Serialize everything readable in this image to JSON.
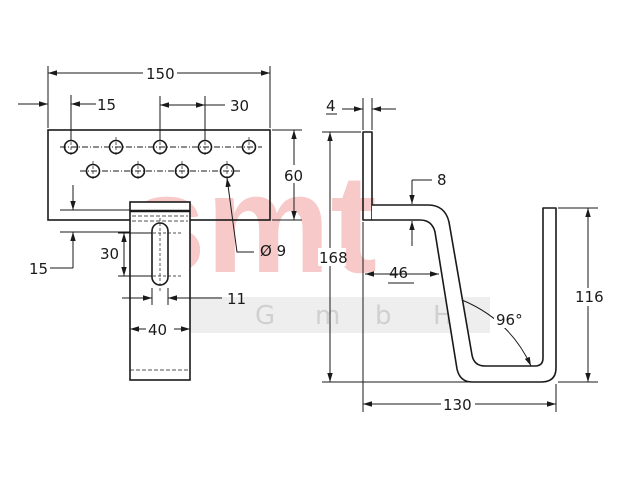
{
  "watermark": {
    "brand": "smt",
    "company": [
      "G",
      "m",
      "b",
      "H"
    ],
    "brand_color": "#f7c9c9",
    "sub_color": "#d0d0d0"
  },
  "colors": {
    "line": "#1a1a1a",
    "paper": "#ffffff"
  },
  "front_view": {
    "width_label": "150",
    "left_offset_label": "15",
    "pitch_label": "30",
    "height_label": "60",
    "tab_offset_label": "15",
    "slot_offset_label": "30",
    "hole_label": "Ø 9",
    "slot_width_label": "11",
    "tab_width_label": "40"
  },
  "side_view": {
    "thickness_label": "4",
    "total_height_label": "168",
    "inner_offset_label": "8",
    "step_label": "46",
    "hook_height_label": "116",
    "angle_label": "96°",
    "depth_label": "130"
  }
}
